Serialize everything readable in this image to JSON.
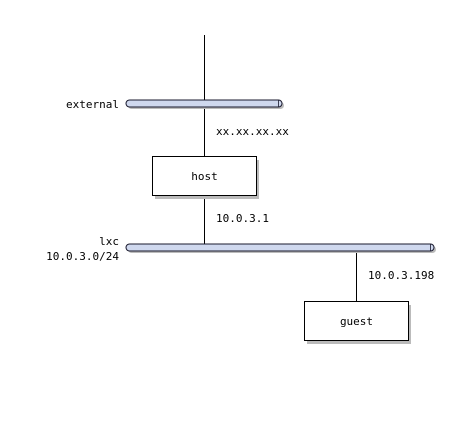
{
  "diagram": {
    "networks": [
      {
        "id": "external",
        "label": "external",
        "sublabel": ""
      },
      {
        "id": "lxc",
        "label": "lxc",
        "sublabel": "10.0.3.0/24"
      }
    ],
    "nodes": [
      {
        "id": "host",
        "label": "host"
      },
      {
        "id": "guest",
        "label": "guest"
      }
    ],
    "addresses": {
      "host_external": "xx.xx.xx.xx",
      "host_lxc": "10.0.3.1",
      "guest_lxc": "10.0.3.198"
    },
    "colors": {
      "bus_fill": "#cfd8ee",
      "bus_stroke": "#1a1a2e",
      "shadow": "#bbbbbb",
      "line": "#000000"
    }
  }
}
